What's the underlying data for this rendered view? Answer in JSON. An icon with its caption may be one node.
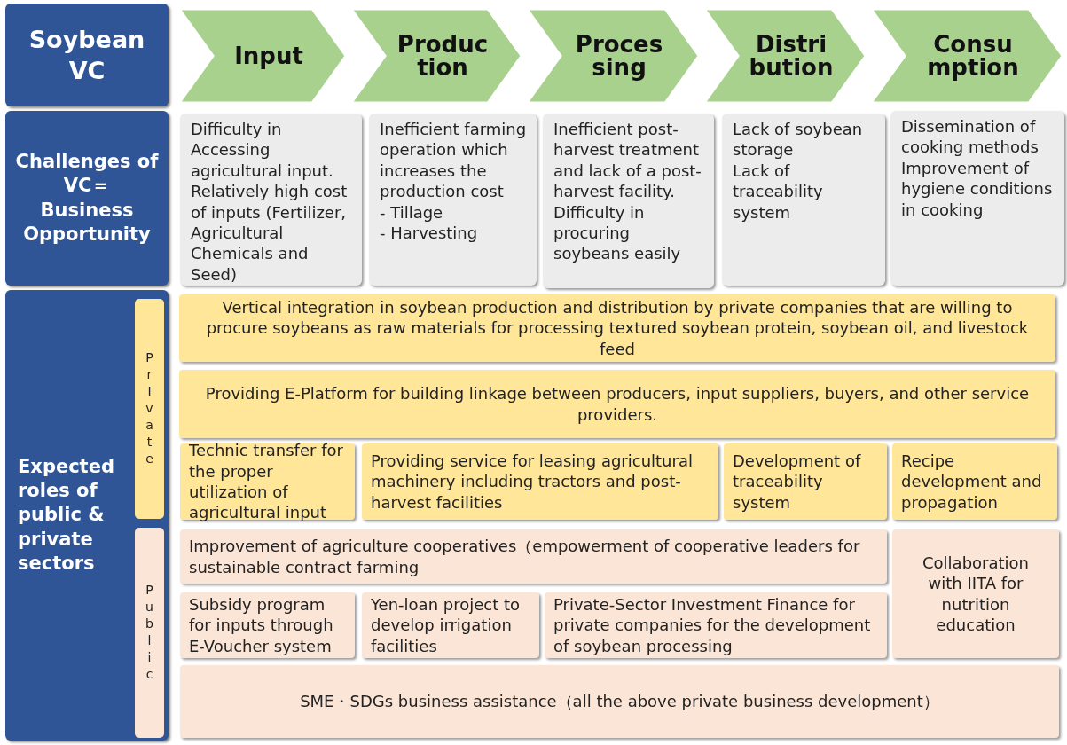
{
  "diagram": {
    "nodes": [
      {
        "text": [
          "Soybean VC"
        ]
      },
      {
        "text": [
          "Input"
        ]
      },
      {
        "text": [
          "Produc tion"
        ]
      },
      {
        "text": [
          "Proces sing"
        ]
      },
      {
        "text": [
          "Distri bution"
        ]
      },
      {
        "text": [
          "Consu mption"
        ]
      },
      {
        "text": [
          "Challenges of VC＝ Business Opportunity"
        ]
      },
      {
        "text": [
          "Difficulty in Accessing agricultural input.",
          "Relatively high cost of inputs (Fertilizer, Agricultural Chemicals and Seed)"
        ]
      },
      {
        "text": [
          "Inefficient farming operation which increases the production cost",
          "-  Tillage",
          "-  Harvesting"
        ]
      },
      {
        "text": [
          "Inefficient post-harvest treatment and lack of a post-harvest facility.",
          "Difficulty in procuring soybeans easily"
        ]
      },
      {
        "text": [
          "Lack of soybean storage",
          "Lack of traceability system"
        ]
      },
      {
        "text": [
          "Dissemination of cooking methods",
          "Improvement of hygiene conditions in cooking"
        ]
      },
      {
        "text": [
          "Expected roles of public & private sectors"
        ]
      },
      {
        "text": [
          "PrIvate"
        ],
        "in": 12
      },
      {
        "text": [
          "Public"
        ],
        "in": 12
      },
      {
        "text": [
          "Vertical integration in soybean production and distribution by private companies that are willing to procure soybeans as raw materials for processing textured soybean protein, soybean oil, and livestock feed"
        ]
      },
      {
        "text": [
          "Providing E-Platform for building linkage between producers, input suppliers, buyers, and other service providers."
        ]
      },
      {
        "text": [
          "Technic transfer for the proper utilization of agricultural input"
        ]
      },
      {
        "text": [
          "Providing service for leasing agricultural machinery including tractors and post-harvest facilities"
        ]
      },
      {
        "text": [
          "Development of traceability system"
        ]
      },
      {
        "text": [
          "Recipe development and propagation"
        ]
      },
      {
        "text": [
          "Improvement of agriculture cooperatives（empowerment of cooperative leaders for sustainable contract farming"
        ]
      },
      {
        "text": [
          "Collaboration with IITA for nutrition education"
        ]
      },
      {
        "text": [
          "Subsidy program for inputs through E-Voucher system"
        ]
      },
      {
        "text": [
          "Yen-loan project to develop irrigation facilities"
        ]
      },
      {
        "text": [
          "Private-Sector Investment Finance for private companies for the development of soybean processing"
        ]
      },
      {
        "text": [
          "SME・SDGs business assistance（all the above private business development）"
        ]
      }
    ]
  }
}
